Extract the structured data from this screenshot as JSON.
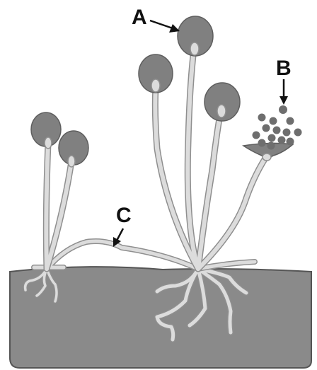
{
  "figure": {
    "labels": {
      "a": "A",
      "b": "B",
      "c": "C"
    }
  },
  "colors": {
    "substrate": "#8a8a8a",
    "substrate_outline": "#555555",
    "hypha_fill": "#dcdcdc",
    "hypha_outline": "#8f8f8f",
    "sporangium": "#808080",
    "sporangium_outline": "#5e5e5e",
    "spore": "#6e6e6e",
    "label": "#111111",
    "background": "#ffffff"
  }
}
